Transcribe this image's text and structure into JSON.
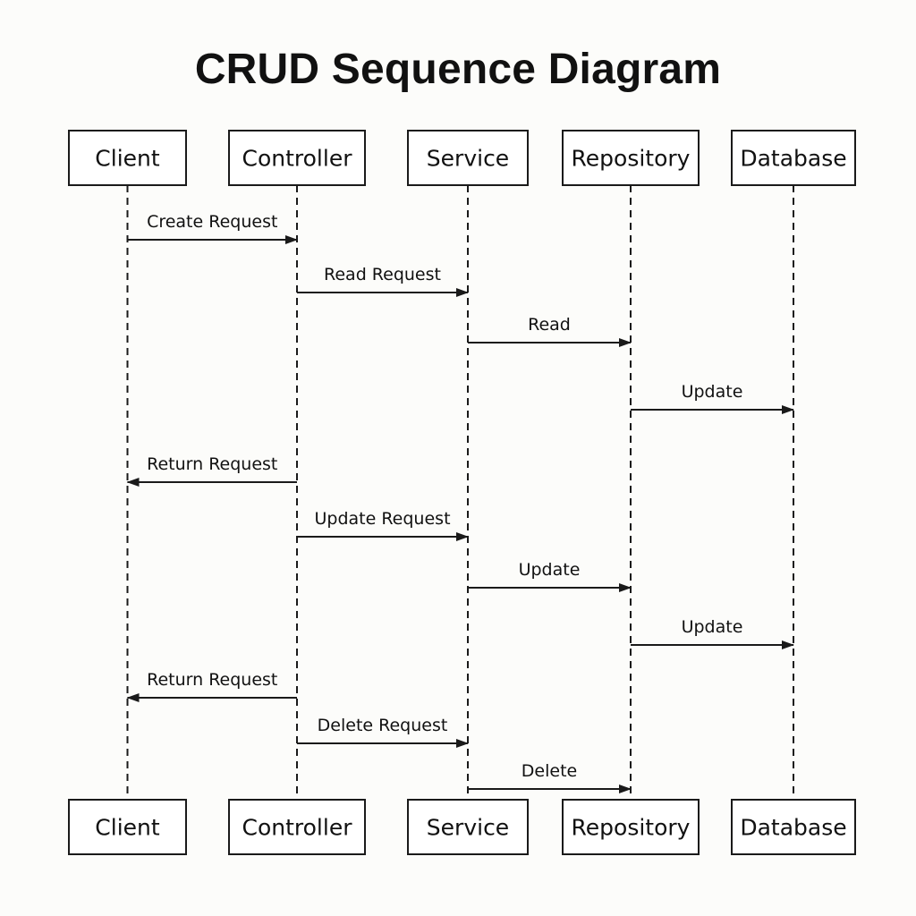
{
  "title": "CRUD Sequence Diagram",
  "participants": [
    {
      "id": "client",
      "label": "Client"
    },
    {
      "id": "controller",
      "label": "Controller"
    },
    {
      "id": "service",
      "label": "Service"
    },
    {
      "id": "repository",
      "label": "Repository"
    },
    {
      "id": "database",
      "label": "Database"
    }
  ],
  "messages": [
    {
      "from": "client",
      "to": "controller",
      "label": "Create Request"
    },
    {
      "from": "controller",
      "to": "service",
      "label": "Read Request"
    },
    {
      "from": "service",
      "to": "repository",
      "label": "Read"
    },
    {
      "from": "repository",
      "to": "database",
      "label": "Update"
    },
    {
      "from": "controller",
      "to": "client",
      "label": "Return Request"
    },
    {
      "from": "controller",
      "to": "service",
      "label": "Update Request"
    },
    {
      "from": "service",
      "to": "repository",
      "label": "Update"
    },
    {
      "from": "repository",
      "to": "database",
      "label": "Update"
    },
    {
      "from": "controller",
      "to": "client",
      "label": "Return Request"
    },
    {
      "from": "controller",
      "to": "service",
      "label": "Delete Request"
    },
    {
      "from": "service",
      "to": "repository",
      "label": "Delete"
    }
  ]
}
